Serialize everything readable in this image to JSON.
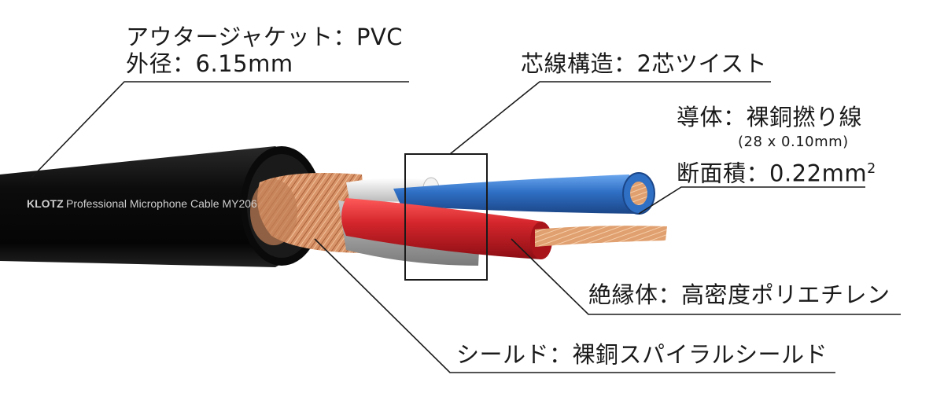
{
  "labels": {
    "outer_jacket": "アウタージャケット：PVC",
    "outer_diameter": "外径：6.15mm",
    "core_structure": "芯線構造：2芯ツイスト",
    "conductor": "導体：裸銅撚り線",
    "conductor_spec": "(28 x 0.10mm)",
    "cross_section": "断面積：0.22mm",
    "cross_section_sup": "2",
    "insulation": "絶縁体：高密度ポリエチレン",
    "shield": "シールド：裸銅スパイラルシールド"
  },
  "cable_print": {
    "brand": "KLOTZ",
    "text": "Professional Microphone Cable MY206"
  },
  "colors": {
    "jacket": "#111111",
    "shield_copper": "#d89468",
    "red_core": "#d4262c",
    "blue_core": "#2f6fc4",
    "white_core": "#e8e8e8",
    "leader_line": "#1a1a1a"
  }
}
